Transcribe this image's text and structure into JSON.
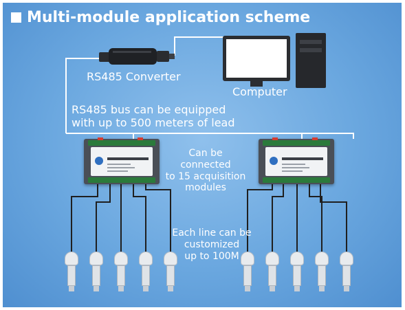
{
  "title": "Multi-module application scheme",
  "labels": {
    "converter": "RS485 Converter",
    "computer": "Computer",
    "bus_line1": "RS485 bus can be equipped",
    "bus_line2": "with up to 500 meters of lead",
    "connect_line1": "Can be connected",
    "connect_line2": "to 15 acquisition",
    "connect_line3": "modules",
    "line_line1": "Each line can be",
    "line_line2": "customized",
    "line_line3": "up to 100M"
  },
  "colors": {
    "background": "#6aa7df",
    "text": "#ffffff",
    "wire_bus": "#ffffff",
    "wire_sensor": "#1f1f1f",
    "module": "#4a4f57",
    "terminal": "#2b7a3b"
  }
}
